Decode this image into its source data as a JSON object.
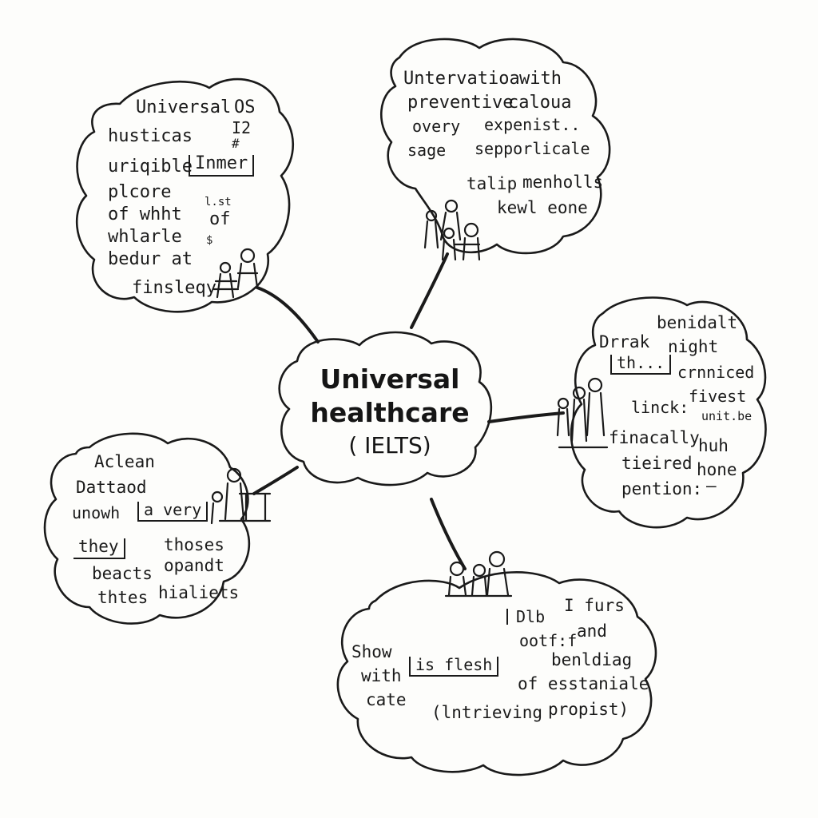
{
  "colors": {
    "ink": "#1a1a1a",
    "paper": "#fdfdfb"
  },
  "center": {
    "line1": "Universal",
    "line2": "healthcare",
    "line3": "( IELTS)"
  },
  "node_top_left": {
    "lines": [
      "Universal",
      "OS",
      "husticas",
      "I2",
      "#",
      "uriqible",
      "Inmer",
      "plcore",
      "l.st",
      "of whht",
      "of",
      "whlarle",
      "$",
      "bedur at",
      "finsleqy"
    ]
  },
  "node_top_right": {
    "lines": [
      "Untervatioa",
      "with",
      "preventive",
      "caloua",
      "overy",
      "expenist..",
      "sage",
      "sepporlicale",
      "talip",
      "menholls",
      "kewl eone"
    ]
  },
  "node_right": {
    "lines": [
      "benidalt",
      "Drrak",
      "night",
      "th...",
      "crnniced",
      "linck:",
      "fivest",
      "unit.be",
      "finacally",
      "huh",
      "tieired",
      "hone",
      "pention:",
      "—"
    ]
  },
  "node_left": {
    "lines": [
      "Aclean",
      "Dattaod",
      "unowh",
      "a very",
      "they",
      "thoses",
      "beacts",
      "opandt",
      "thtes",
      "hialiets"
    ]
  },
  "node_bottom": {
    "lines": [
      "Dlb",
      "I furs",
      "ootf:f",
      "and",
      "Show",
      "with",
      "is flesh",
      "benldiag",
      "cate",
      "of esstaniale",
      "(lntrieving",
      "propist)"
    ]
  }
}
